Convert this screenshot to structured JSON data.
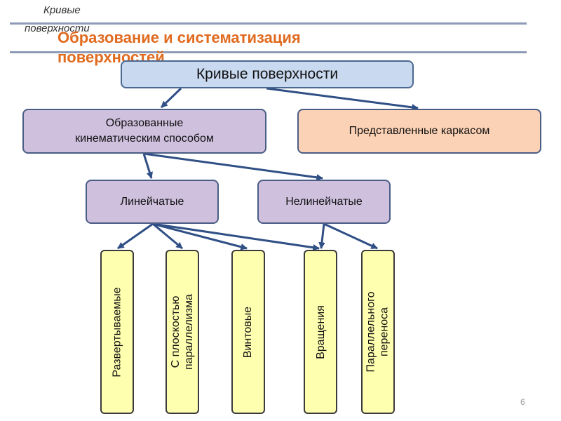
{
  "header": {
    "small_title_line1": "Кривые",
    "small_title_line2": "поверхности",
    "title_line1": "Образование и систематизация",
    "title_line2": "поверхностей"
  },
  "diagram": {
    "root": "Кривые поверхности",
    "kinematic_line1": "Образованные",
    "kinematic_line2": "кинематическим способом",
    "framework": "Представленные каркасом",
    "ruled": "Линейчатые",
    "nonruled": "Нелинейчатые",
    "leaves": {
      "developable": "Развертываемые",
      "parallelism_line1": "С плоскостью",
      "parallelism_line2": "параллелизма",
      "helical": "Винтовые",
      "rotation": "Вращения",
      "translation_line1": "Параллельного",
      "translation_line2": "переноса"
    }
  },
  "page_number": "6",
  "colors": {
    "title": "#e06a1e",
    "arrow": "#2f4f85",
    "root_fill": "#c9d9f0",
    "category_fill": "#cfc0de",
    "framework_fill": "#fbd2b5",
    "leaf_fill": "#ffffb0"
  }
}
